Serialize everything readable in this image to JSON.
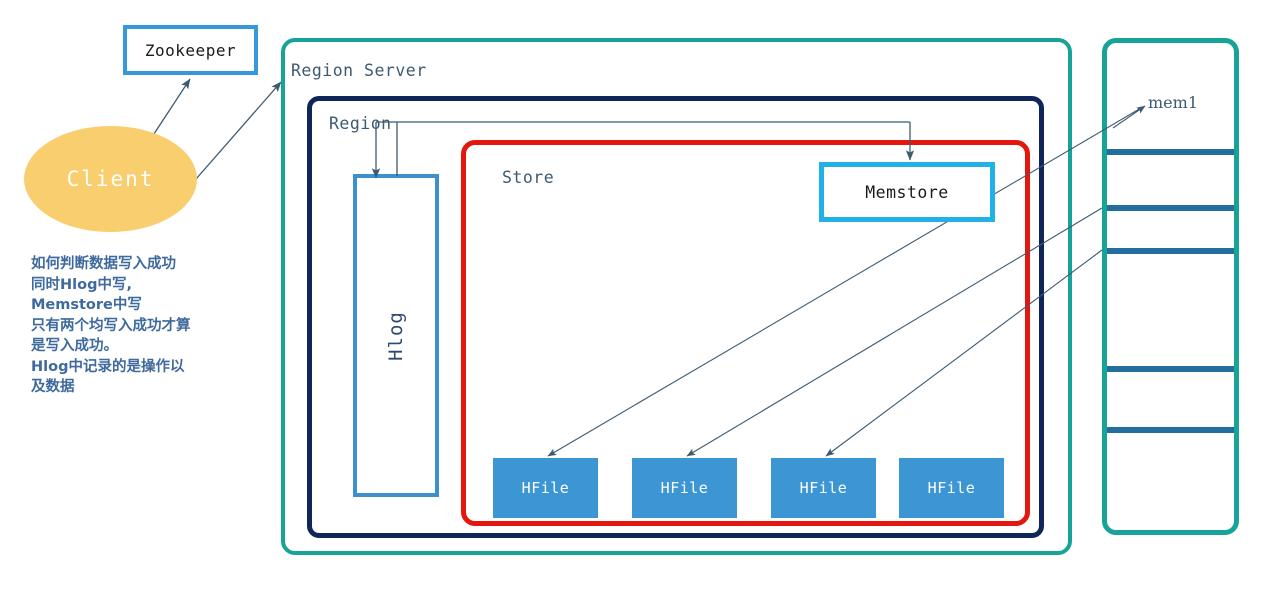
{
  "diagram": {
    "title": "HBase RegionServer write path",
    "colors": {
      "teal": "#17a398",
      "navy": "#10265a",
      "red": "#e3170d",
      "blue": "#3d96d4",
      "cyan": "#21b0e8",
      "zookeeper_blue": "#3498db",
      "client_gold": "#f9ce6e",
      "note_text": "#3f6a9e",
      "label_text": "#3c5a72",
      "divider": "#226e9c",
      "arrow": "#3c5a72"
    }
  },
  "zookeeper": {
    "label": "Zookeeper"
  },
  "client": {
    "label": "Client"
  },
  "note": {
    "text": "如何判断数据写入成功\n同时Hlog中写,\nMemstore中写\n只有两个均写入成功才算\n是写入成功。\nHlog中记录的是操作以\n及数据"
  },
  "region_server": {
    "label": "Region Server"
  },
  "region": {
    "label": "Region"
  },
  "hlog": {
    "label": "Hlog"
  },
  "store": {
    "label": "Store"
  },
  "memstore": {
    "label": "Memstore"
  },
  "hfiles": [
    {
      "label": "HFile"
    },
    {
      "label": "HFile"
    },
    {
      "label": "HFile"
    },
    {
      "label": "HFile"
    }
  ],
  "mem_panel": {
    "label": "mem1",
    "segment_count": 6,
    "divider_positions": [
      149,
      205,
      248,
      366,
      427
    ]
  }
}
